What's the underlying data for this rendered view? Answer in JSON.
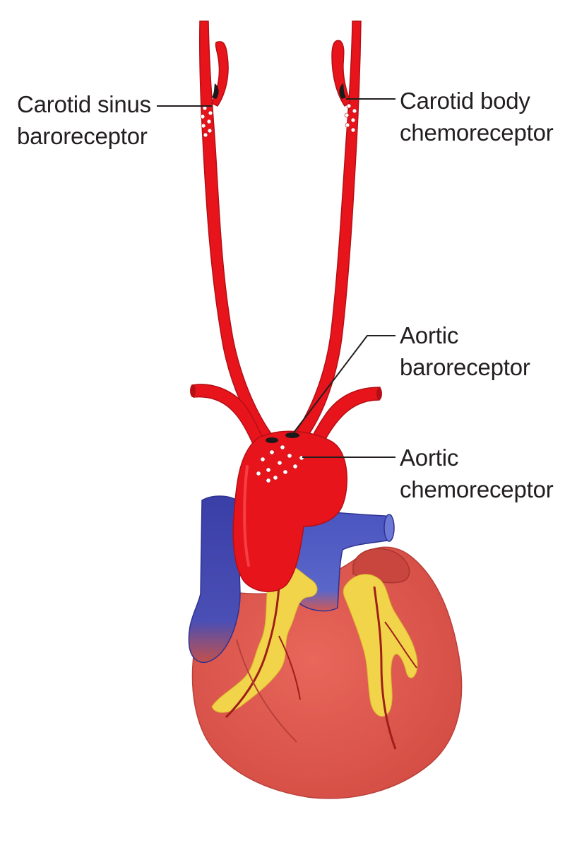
{
  "labels": {
    "carotid_sinus": {
      "line1": "Carotid sinus",
      "line2": "baroreceptor"
    },
    "carotid_body": {
      "line1": "Carotid body",
      "line2": "chemoreceptor"
    },
    "aortic_baroreceptor": {
      "line1": "Aortic",
      "line2": "baroreceptor"
    },
    "aortic_chemoreceptor": {
      "line1": "Aortic",
      "line2": "chemoreceptor"
    }
  },
  "colors": {
    "artery": "#e8141c",
    "artery_dark": "#b50e14",
    "vein": "#3a3fa8",
    "vein_light": "#5a66c8",
    "heart": "#e0574d",
    "heart_dark": "#c23a33",
    "fat": "#f2d44a",
    "receptor_dark": "#1a1a1a",
    "receptor_light": "#ffffff",
    "leader": "#231f20"
  }
}
